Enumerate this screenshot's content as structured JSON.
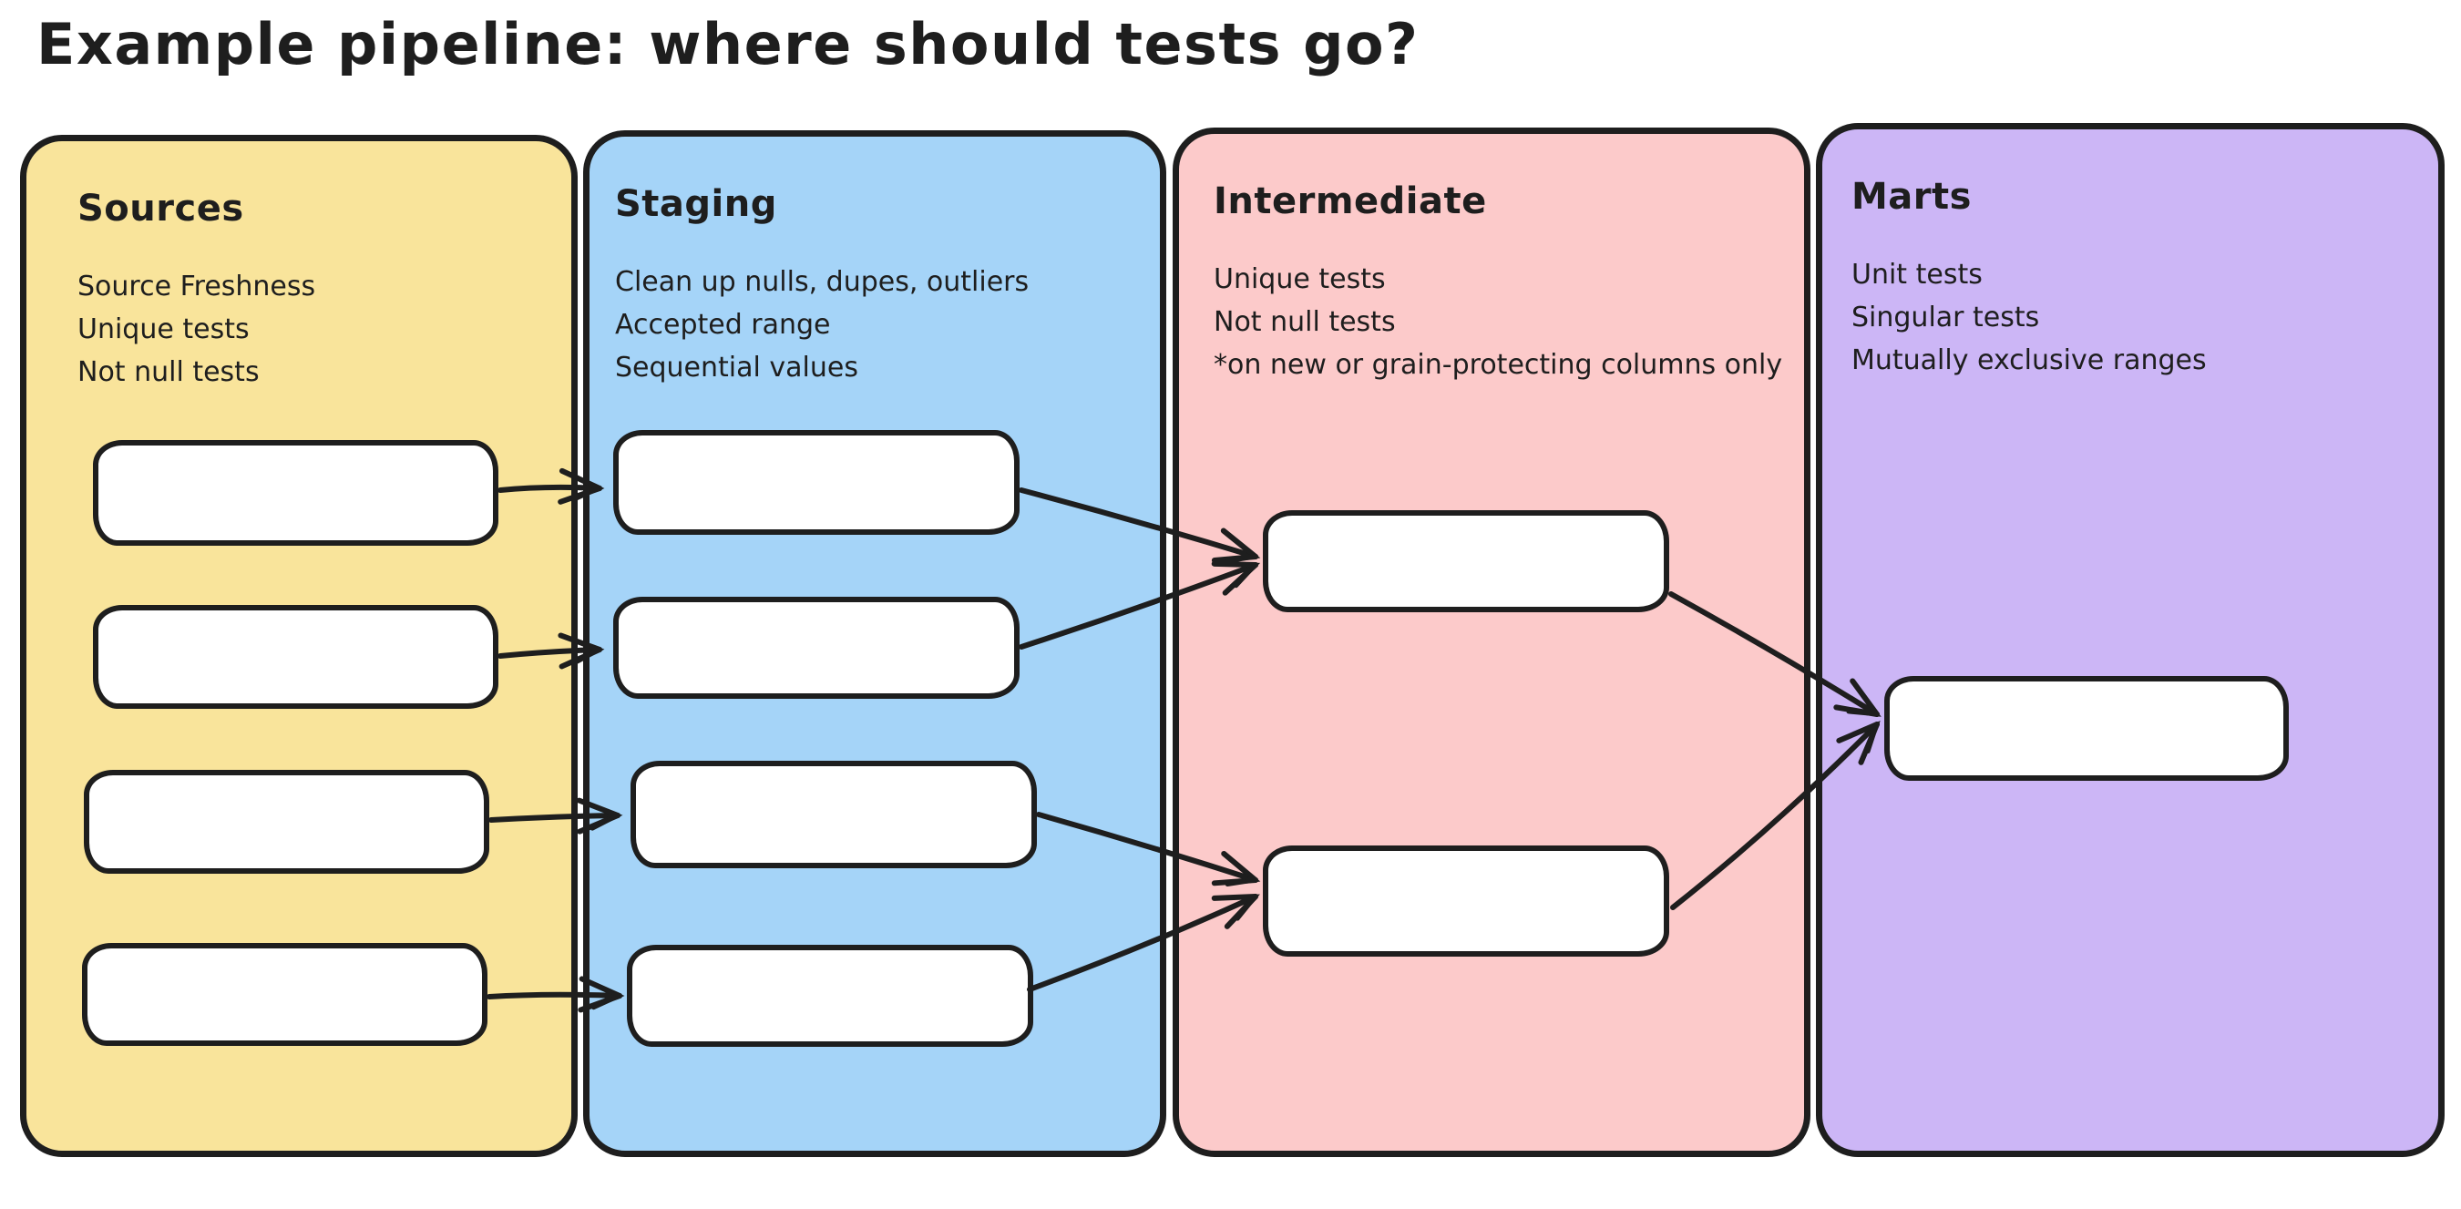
{
  "title": "Example pipeline: where should tests go?",
  "palette": {
    "stroke": "#1e1e1e",
    "node_fill": "#ffffff",
    "background": "#ffffff"
  },
  "columns": [
    {
      "label": "Sources",
      "color": "#F9E49B",
      "lines": [
        "Source Freshness",
        "Unique tests",
        "Not null tests"
      ],
      "node_count": 4
    },
    {
      "label": "Staging",
      "color": "#A5D4F8",
      "lines": [
        "Clean up nulls, dupes, outliers",
        "Accepted range",
        "Sequential values"
      ],
      "node_count": 4
    },
    {
      "label": "Intermediate",
      "color": "#FCCACA",
      "lines": [
        "Unique tests",
        "Not null tests",
        "*on new or grain-protecting columns only"
      ],
      "node_count": 2
    },
    {
      "label": "Marts",
      "color": "#CCB6F6",
      "lines": [
        "Unit tests",
        "Singular tests",
        "Mutually exclusive ranges"
      ],
      "node_count": 1
    }
  ]
}
